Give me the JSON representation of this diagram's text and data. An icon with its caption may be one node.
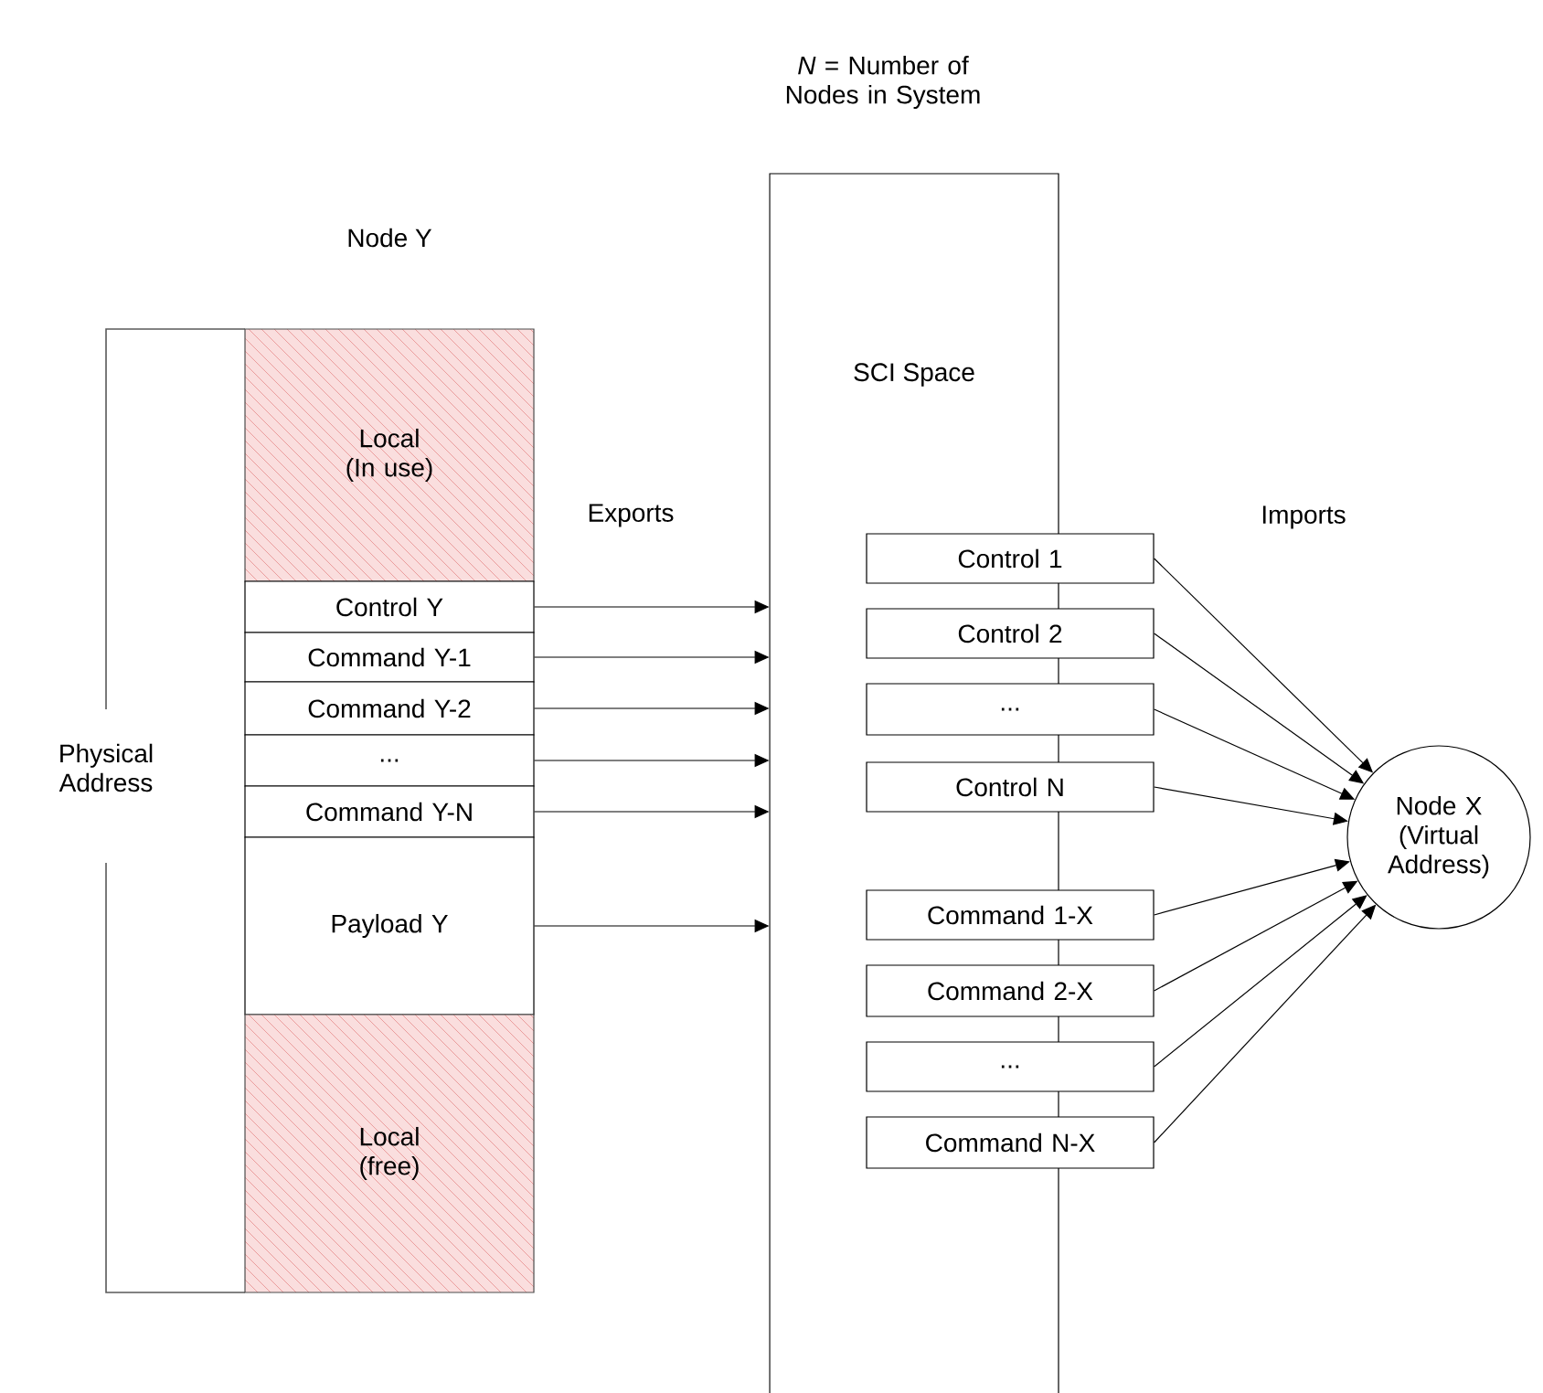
{
  "diagram": {
    "nodes": [
      {
        "text": [
          "Local (In use)"
        ]
      },
      {
        "text": [
          "Control Y"
        ]
      },
      {
        "text": [
          "Command Y-1"
        ]
      },
      {
        "text": [
          "Command Y-2"
        ]
      },
      {
        "text": [
          "..."
        ]
      },
      {
        "text": [
          "Command Y-N"
        ]
      },
      {
        "text": [
          "Payload Y"
        ]
      },
      {
        "text": [
          "Local (free)"
        ]
      },
      {
        "text": [
          "SCI Space"
        ]
      },
      {
        "text": [
          "Control 1"
        ],
        "in": 8
      },
      {
        "text": [
          "Control 2"
        ],
        "in": 8
      },
      {
        "text": [
          "..."
        ],
        "in": 8
      },
      {
        "text": [
          "Control N"
        ],
        "in": 8
      },
      {
        "text": [
          "Command 1-X"
        ],
        "in": 8
      },
      {
        "text": [
          "Command 2-X"
        ],
        "in": 8
      },
      {
        "text": [
          "..."
        ],
        "in": 8
      },
      {
        "text": [
          "Command N-X"
        ],
        "in": 8
      },
      {
        "text": [
          "Node X (Virtual Address)"
        ]
      }
    ],
    "edges": [
      {
        "from": 1,
        "to": 8,
        "arrow": "to"
      },
      {
        "from": 2,
        "to": 8,
        "arrow": "to"
      },
      {
        "from": 3,
        "to": 8,
        "arrow": "to"
      },
      {
        "from": 4,
        "to": 8,
        "arrow": "to"
      },
      {
        "from": 5,
        "to": 8,
        "arrow": "to"
      },
      {
        "from": 6,
        "to": 8,
        "arrow": "to"
      },
      {
        "from": 9,
        "to": 17,
        "arrow": "to"
      },
      {
        "from": 10,
        "to": 17,
        "arrow": "to"
      },
      {
        "from": 11,
        "to": 17,
        "arrow": "to"
      },
      {
        "from": 12,
        "to": 17,
        "arrow": "to"
      },
      {
        "from": 13,
        "to": 17,
        "arrow": "to"
      },
      {
        "from": 14,
        "to": 17,
        "arrow": "to"
      },
      {
        "from": 15,
        "to": 17,
        "arrow": "to"
      },
      {
        "from": 16,
        "to": 17,
        "arrow": "to"
      }
    ],
    "labels": [
      "*N* = Number of Nodes in System",
      "Node Y",
      "Physical Address",
      "Exports",
      "Imports"
    ]
  }
}
